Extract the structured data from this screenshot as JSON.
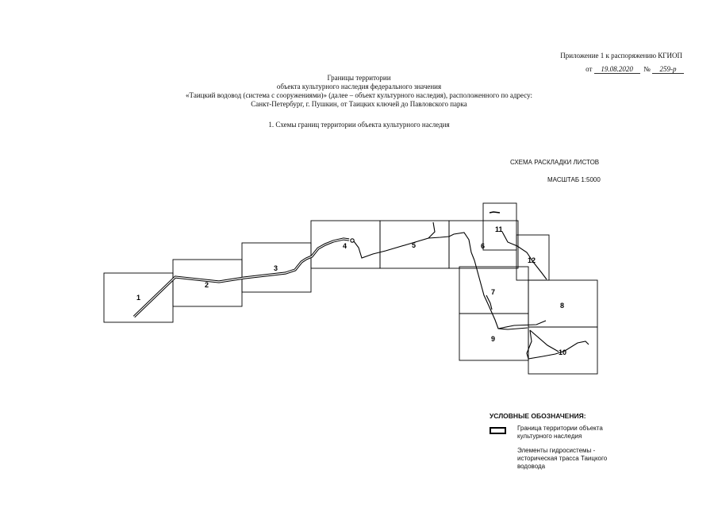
{
  "header": {
    "appendix_line": "Приложение 1 к распоряжению КГИОП",
    "date_prefix": "от",
    "date_value": "19.08.2020",
    "number_prefix": "№",
    "number_value": "259-р"
  },
  "title": {
    "line1": "Границы территории",
    "line2": "объекта культурного наследия федерального значения",
    "line3": "«Таицкий водовод (система с сооружениями)» (далее – объект культурного наследия), расположенного по адресу:",
    "line4": "Санкт-Петербург, г. Пушкин, от Таицких ключей до Павловского парка"
  },
  "section_title": "1. Схемы границ территории объекта культурного наследия",
  "scheme": {
    "title": "СХЕМА РАСКЛАДКИ ЛИСТОВ",
    "scale": "МАСШТАБ 1:5000",
    "sheets": [
      {
        "label": "1"
      },
      {
        "label": "2"
      },
      {
        "label": "3"
      },
      {
        "label": "4"
      },
      {
        "label": "5"
      },
      {
        "label": "6"
      },
      {
        "label": "7"
      },
      {
        "label": "8"
      },
      {
        "label": "9"
      },
      {
        "label": "10"
      },
      {
        "label": "11"
      },
      {
        "label": "12"
      }
    ]
  },
  "legend": {
    "title": "УСЛОВНЫЕ ОБОЗНАЧЕНИЯ:",
    "items": [
      {
        "text": "Граница территории объекта культурного наследия"
      },
      {
        "text": "Элементы гидросистемы - историческая трасса Таицкого водовода"
      }
    ]
  },
  "colors": {
    "line": "#000000",
    "background": "#ffffff"
  }
}
